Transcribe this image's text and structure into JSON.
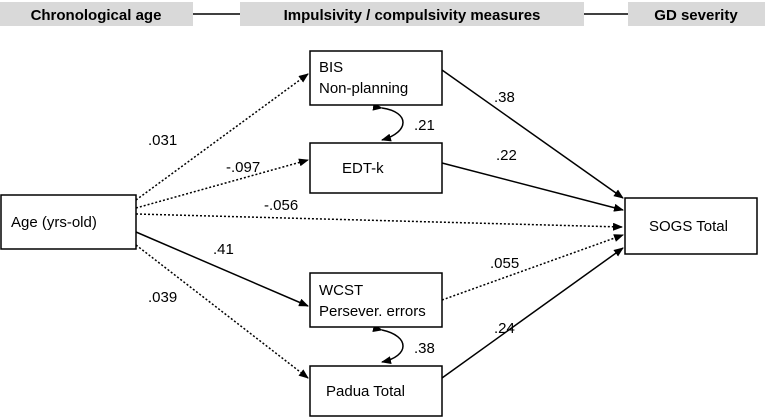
{
  "colors": {
    "header_fill": "#d9d9d9",
    "stroke": "#000000",
    "background": "#ffffff"
  },
  "headers": {
    "age": "Chronological age",
    "measures": "Impulsivity / compulsivity measures",
    "severity": "GD severity"
  },
  "nodes": {
    "age": {
      "label": "Age (yrs-old)"
    },
    "bis": {
      "line1": "BIS",
      "line2": "Non-planning"
    },
    "edt": {
      "label": "EDT-k"
    },
    "wcst": {
      "line1": "WCST",
      "line2": "Persever. errors"
    },
    "padua": {
      "label": "Padua Total"
    },
    "sogs": {
      "label": "SOGS Total"
    }
  },
  "paths": {
    "age_bis": ".031",
    "age_edt": "-.097",
    "age_sogs": "-.056",
    "age_wcst": ".41",
    "age_padua": ".039",
    "bis_sogs": ".38",
    "edt_sogs": ".22",
    "wcst_sogs": ".055",
    "padua_sogs": ".24",
    "bis_edt": ".21",
    "wcst_padua": ".38"
  }
}
